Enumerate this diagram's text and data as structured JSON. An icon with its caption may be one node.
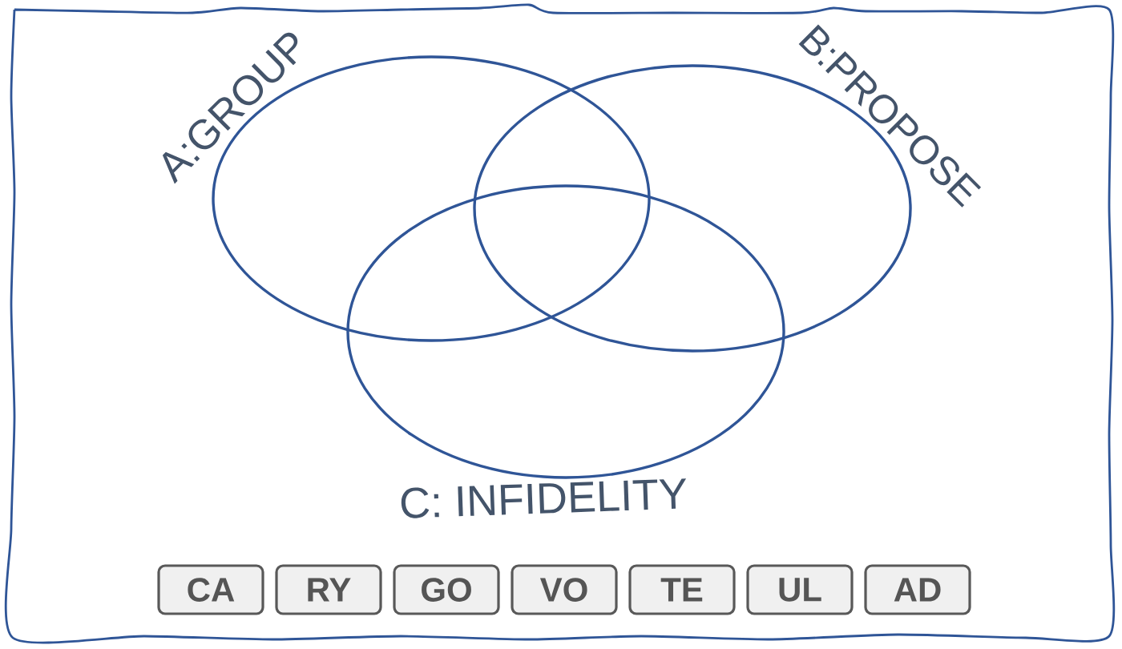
{
  "diagram": {
    "nodes": [
      {
        "text": [
          "A:GROUP"
        ]
      },
      {
        "text": [
          "B:PROPOSE"
        ]
      },
      {
        "text": [
          "C: INFIDELITY"
        ]
      },
      {
        "text": [
          "CA"
        ]
      },
      {
        "text": [
          "RY"
        ]
      },
      {
        "text": [
          "GO"
        ]
      },
      {
        "text": [
          "VO"
        ]
      },
      {
        "text": [
          "TE"
        ]
      },
      {
        "text": [
          "UL"
        ]
      },
      {
        "text": [
          "AD"
        ]
      }
    ]
  }
}
